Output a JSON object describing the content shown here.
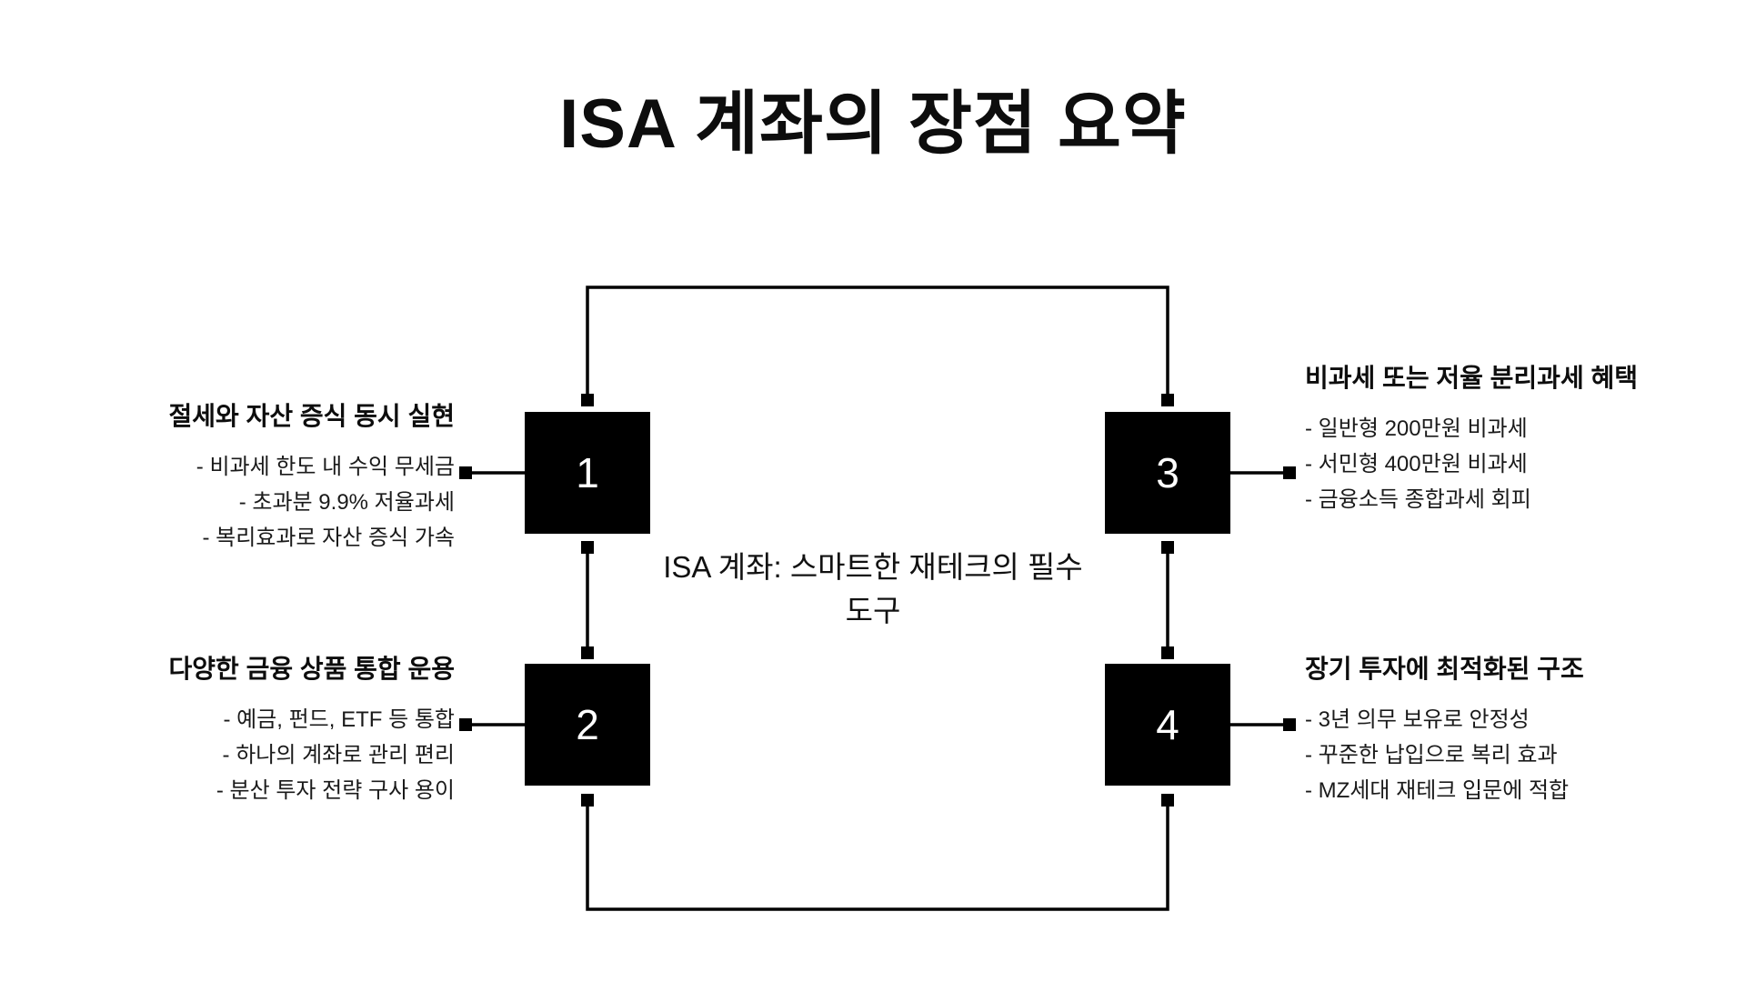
{
  "page": {
    "title": "ISA 계좌의 장점 요약",
    "background_color": "#ffffff",
    "node_color": "#000000",
    "node_text_color": "#ffffff",
    "connector_color": "#000000"
  },
  "center": {
    "caption": "ISA 계좌: 스마트한 재테크의 필수 도구"
  },
  "nodes": [
    {
      "number": "1"
    },
    {
      "number": "2"
    },
    {
      "number": "3"
    },
    {
      "number": "4"
    }
  ],
  "blocks": [
    {
      "id": "block-1",
      "side": "left",
      "heading": "절세와 자산 증식 동시 실현",
      "bullets": [
        "- 비과세 한도 내 수익 무세금",
        "- 초과분 9.9% 저율과세",
        "- 복리효과로 자산 증식 가속"
      ]
    },
    {
      "id": "block-2",
      "side": "left",
      "heading": "다양한 금융 상품 통합 운용",
      "bullets": [
        "- 예금, 펀드, ETF 등 통합",
        "- 하나의 계좌로 관리 편리",
        "- 분산 투자 전략 구사 용이"
      ]
    },
    {
      "id": "block-3",
      "side": "right",
      "heading": "비과세 또는 저율 분리과세 혜택",
      "bullets": [
        "- 일반형 200만원 비과세",
        "- 서민형 400만원 비과세",
        "- 금융소득 종합과세 회피"
      ]
    },
    {
      "id": "block-4",
      "side": "right",
      "heading": "장기 투자에 최적화된 구조",
      "bullets": [
        "- 3년 의무 보유로 안정성",
        "- 꾸준한 납입으로 복리 효과",
        "- MZ세대 재테크 입문에 적합"
      ]
    }
  ]
}
